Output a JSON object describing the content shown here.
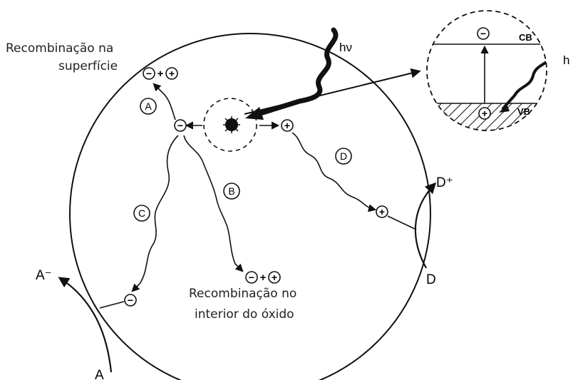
{
  "captions": {
    "surface_line1": "Recombinação na",
    "surface_line2": "superfície",
    "bulk_line1": "Recombinação no",
    "bulk_line2": "interior do óxido"
  },
  "labels": {
    "photon": "hν",
    "photon_inset": "h",
    "path_a": "A",
    "path_b": "B",
    "path_c": "C",
    "path_d": "D",
    "conduction_band": "CB",
    "valence_band": "VB",
    "acceptor": "A",
    "acceptor_reduced": "A⁻",
    "donor": "D",
    "donor_oxidized": "D⁺",
    "electron": "−",
    "hole": "+",
    "plus": "+"
  }
}
